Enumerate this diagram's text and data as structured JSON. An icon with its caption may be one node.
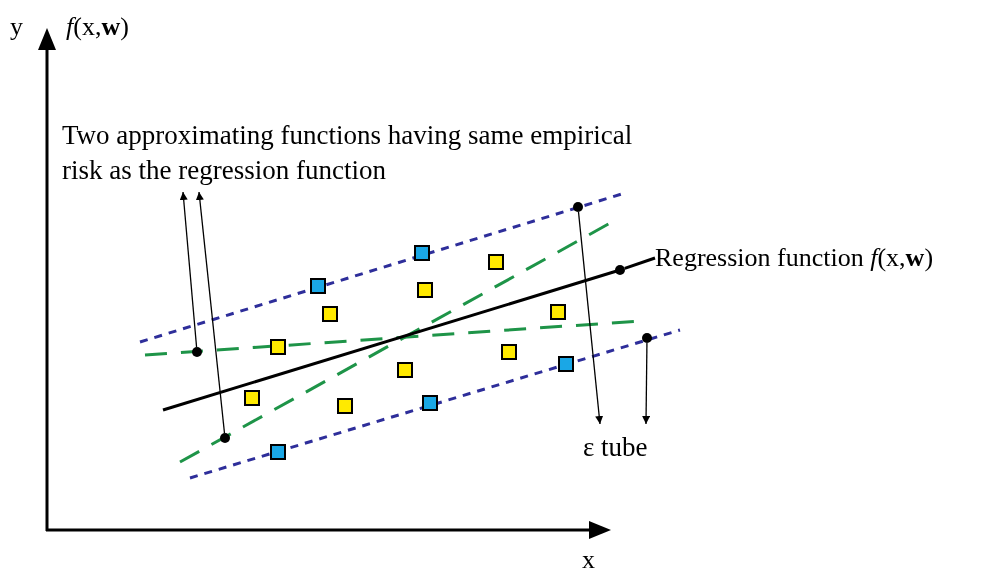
{
  "diagram": {
    "nodes": [
      {
        "text": [
          "Two approximating functions having same empirical risk as the regression function"
        ]
      },
      {
        "text": [
          "Regression function *f*(x,**w**)"
        ]
      },
      {
        "text": [
          "ε tube"
        ]
      },
      {
        "text": [],
        "shape": "circle"
      },
      {
        "text": [],
        "shape": "circle"
      },
      {
        "text": [],
        "shape": "circle"
      },
      {
        "text": [],
        "shape": "circle"
      },
      {
        "text": [],
        "shape": "circle"
      }
    ],
    "edges": [
      {
        "from": 3,
        "to": 0,
        "arrow": "to"
      },
      {
        "from": 4,
        "to": 0,
        "arrow": "to"
      },
      {
        "from": 6,
        "to": 1,
        "arrow": "none",
        "style": "thick"
      },
      {
        "from": 5,
        "to": 2,
        "arrow": "to"
      },
      {
        "from": 7,
        "to": 2,
        "arrow": "to"
      }
    ],
    "labels": [
      "y",
      "*f*(x,**w**)",
      "x"
    ]
  }
}
